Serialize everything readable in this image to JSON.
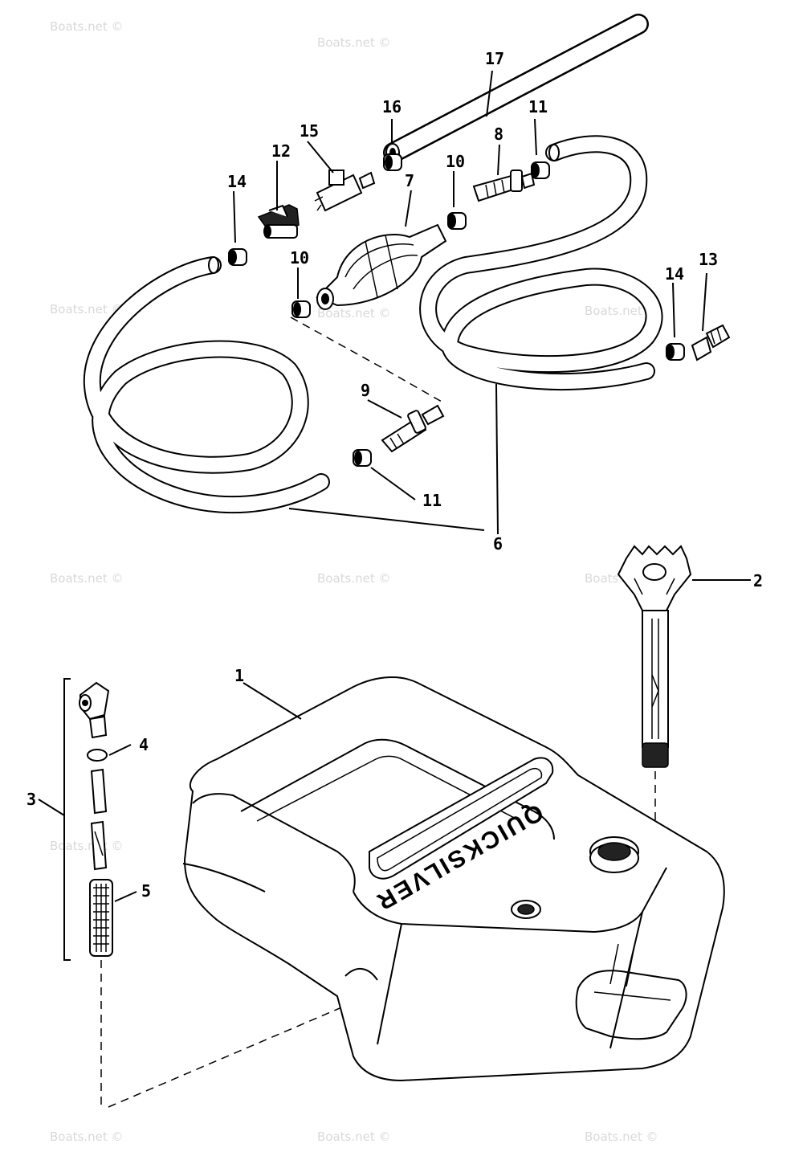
{
  "watermark": "Boats.net ©",
  "brand_text": "QUICKSILVER",
  "callouts": {
    "c1": "1",
    "c2": "2",
    "c3": "3",
    "c4": "4",
    "c5": "5",
    "c6": "6",
    "c7": "7",
    "c8": "8",
    "c9": "9",
    "c10a": "10",
    "c10b": "10",
    "c11a": "11",
    "c11b": "11",
    "c12": "12",
    "c13": "13",
    "c14a": "14",
    "c14b": "14",
    "c15": "15",
    "c16": "16",
    "c17": "17"
  }
}
